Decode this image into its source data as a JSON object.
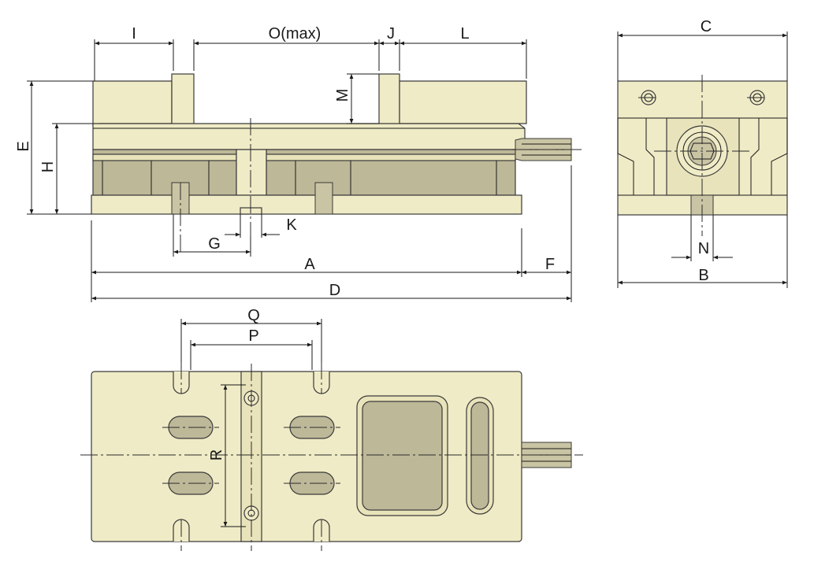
{
  "labels": {
    "I": "I",
    "O": "O(max)",
    "J": "J",
    "L": "L",
    "C": "C",
    "M": "M",
    "E": "E",
    "H": "H",
    "G": "G",
    "K": "K",
    "A": "A",
    "F": "F",
    "D": "D",
    "N": "N",
    "B": "B",
    "Q": "Q",
    "P": "P",
    "R": "R"
  },
  "colors": {
    "body": "#efebc6",
    "jaw_grey": "#bdb898",
    "line": "#1a1a1a"
  }
}
